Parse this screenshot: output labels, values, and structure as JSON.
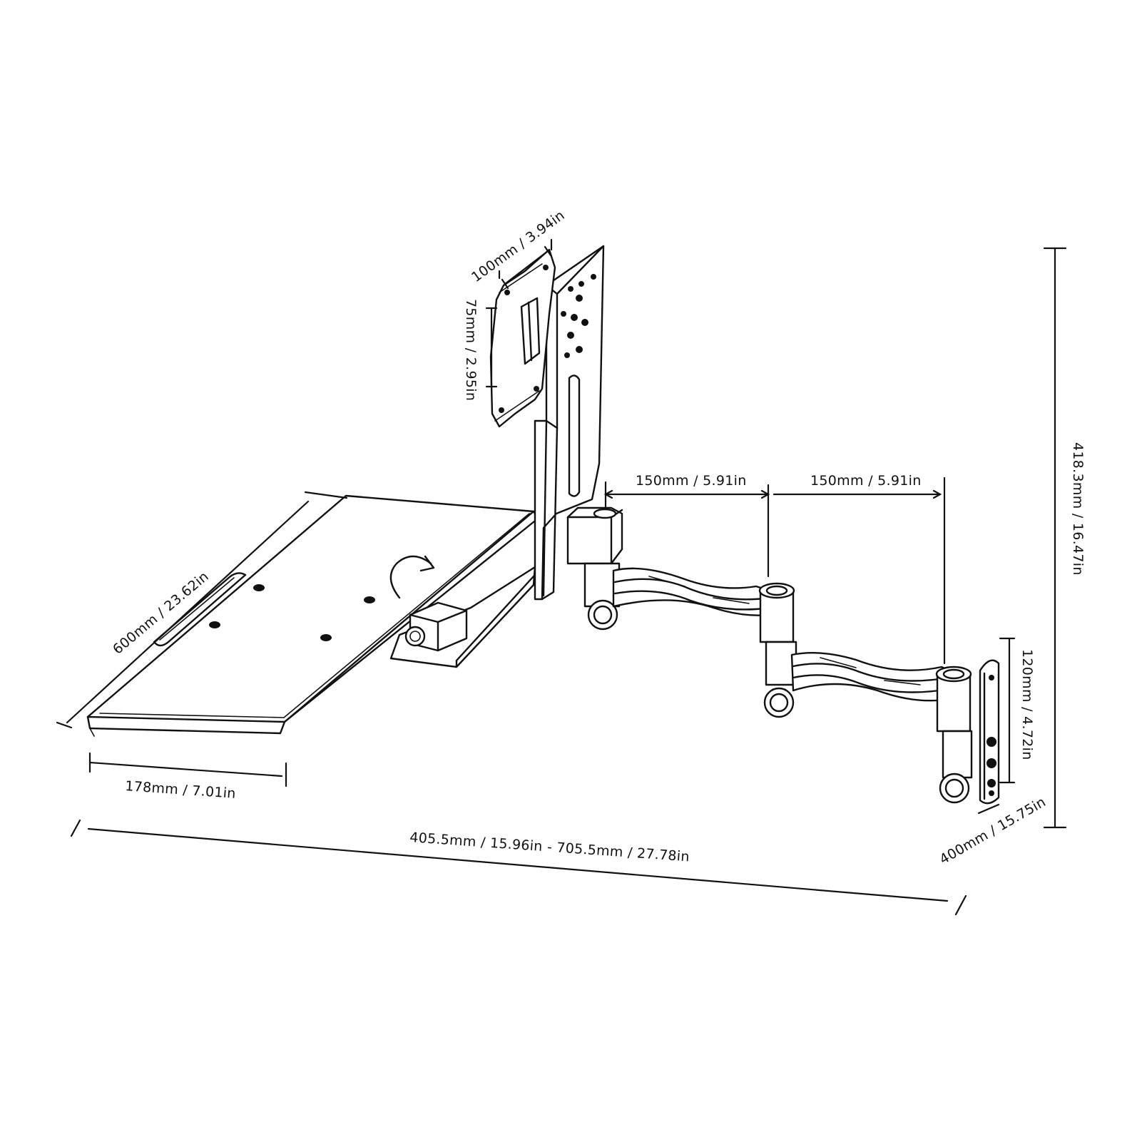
{
  "colors": {
    "line": "#111111",
    "background": "#ffffff"
  },
  "icons": {
    "rotate": "rotate-arrow-icon"
  },
  "dimensions": {
    "vesa_width": "100mm / 3.94in",
    "vesa_height": "75mm / 2.95in",
    "arm_segment_1": "150mm / 5.91in",
    "arm_segment_2": "150mm / 5.91in",
    "total_height": "418.3mm / 16.47in",
    "tray_length": "600mm / 23.62in",
    "tray_depth": "178mm / 7.01in",
    "wall_plate_height": "120mm / 4.72in",
    "wall_plate_depth": "400mm / 15.75in",
    "extension_range": "405.5mm / 15.96in - 705.5mm / 27.78in"
  }
}
